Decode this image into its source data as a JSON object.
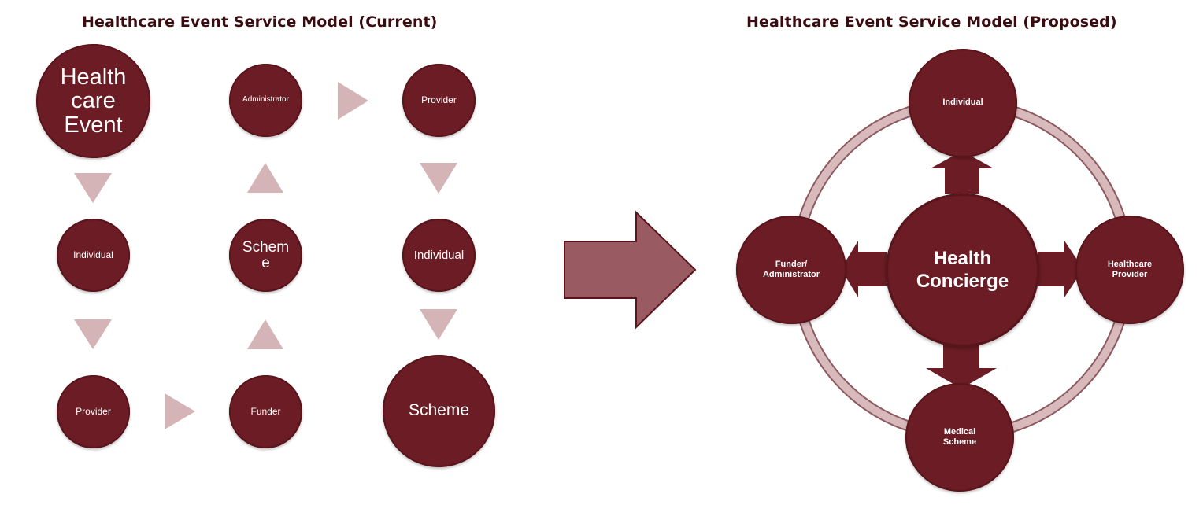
{
  "current": {
    "title": "Healthcare Event Service Model (Current)",
    "nodes": {
      "healthcare_event": "Health care Event",
      "individual_1": "Individual",
      "provider_1": "Provider",
      "funder": "Funder",
      "scheme_mid": "Schem e",
      "administrator": "Administrator",
      "provider_2": "Provider",
      "individual_2": "Individual",
      "scheme_end": "Scheme"
    }
  },
  "proposed": {
    "title": "Healthcare Event Service Model (Proposed)",
    "center": "Health Concierge",
    "top": "Individual",
    "right": "Healthcare Provider",
    "bottom": "Medical Scheme",
    "left": "Funder/ Administrator"
  },
  "colors": {
    "node_fill": "#6b1c24",
    "arrow_fill": "#d4b4b6",
    "big_arrow_fill": "#9a5a61",
    "ring": "#c9a1a5",
    "title": "#3a0c10"
  }
}
